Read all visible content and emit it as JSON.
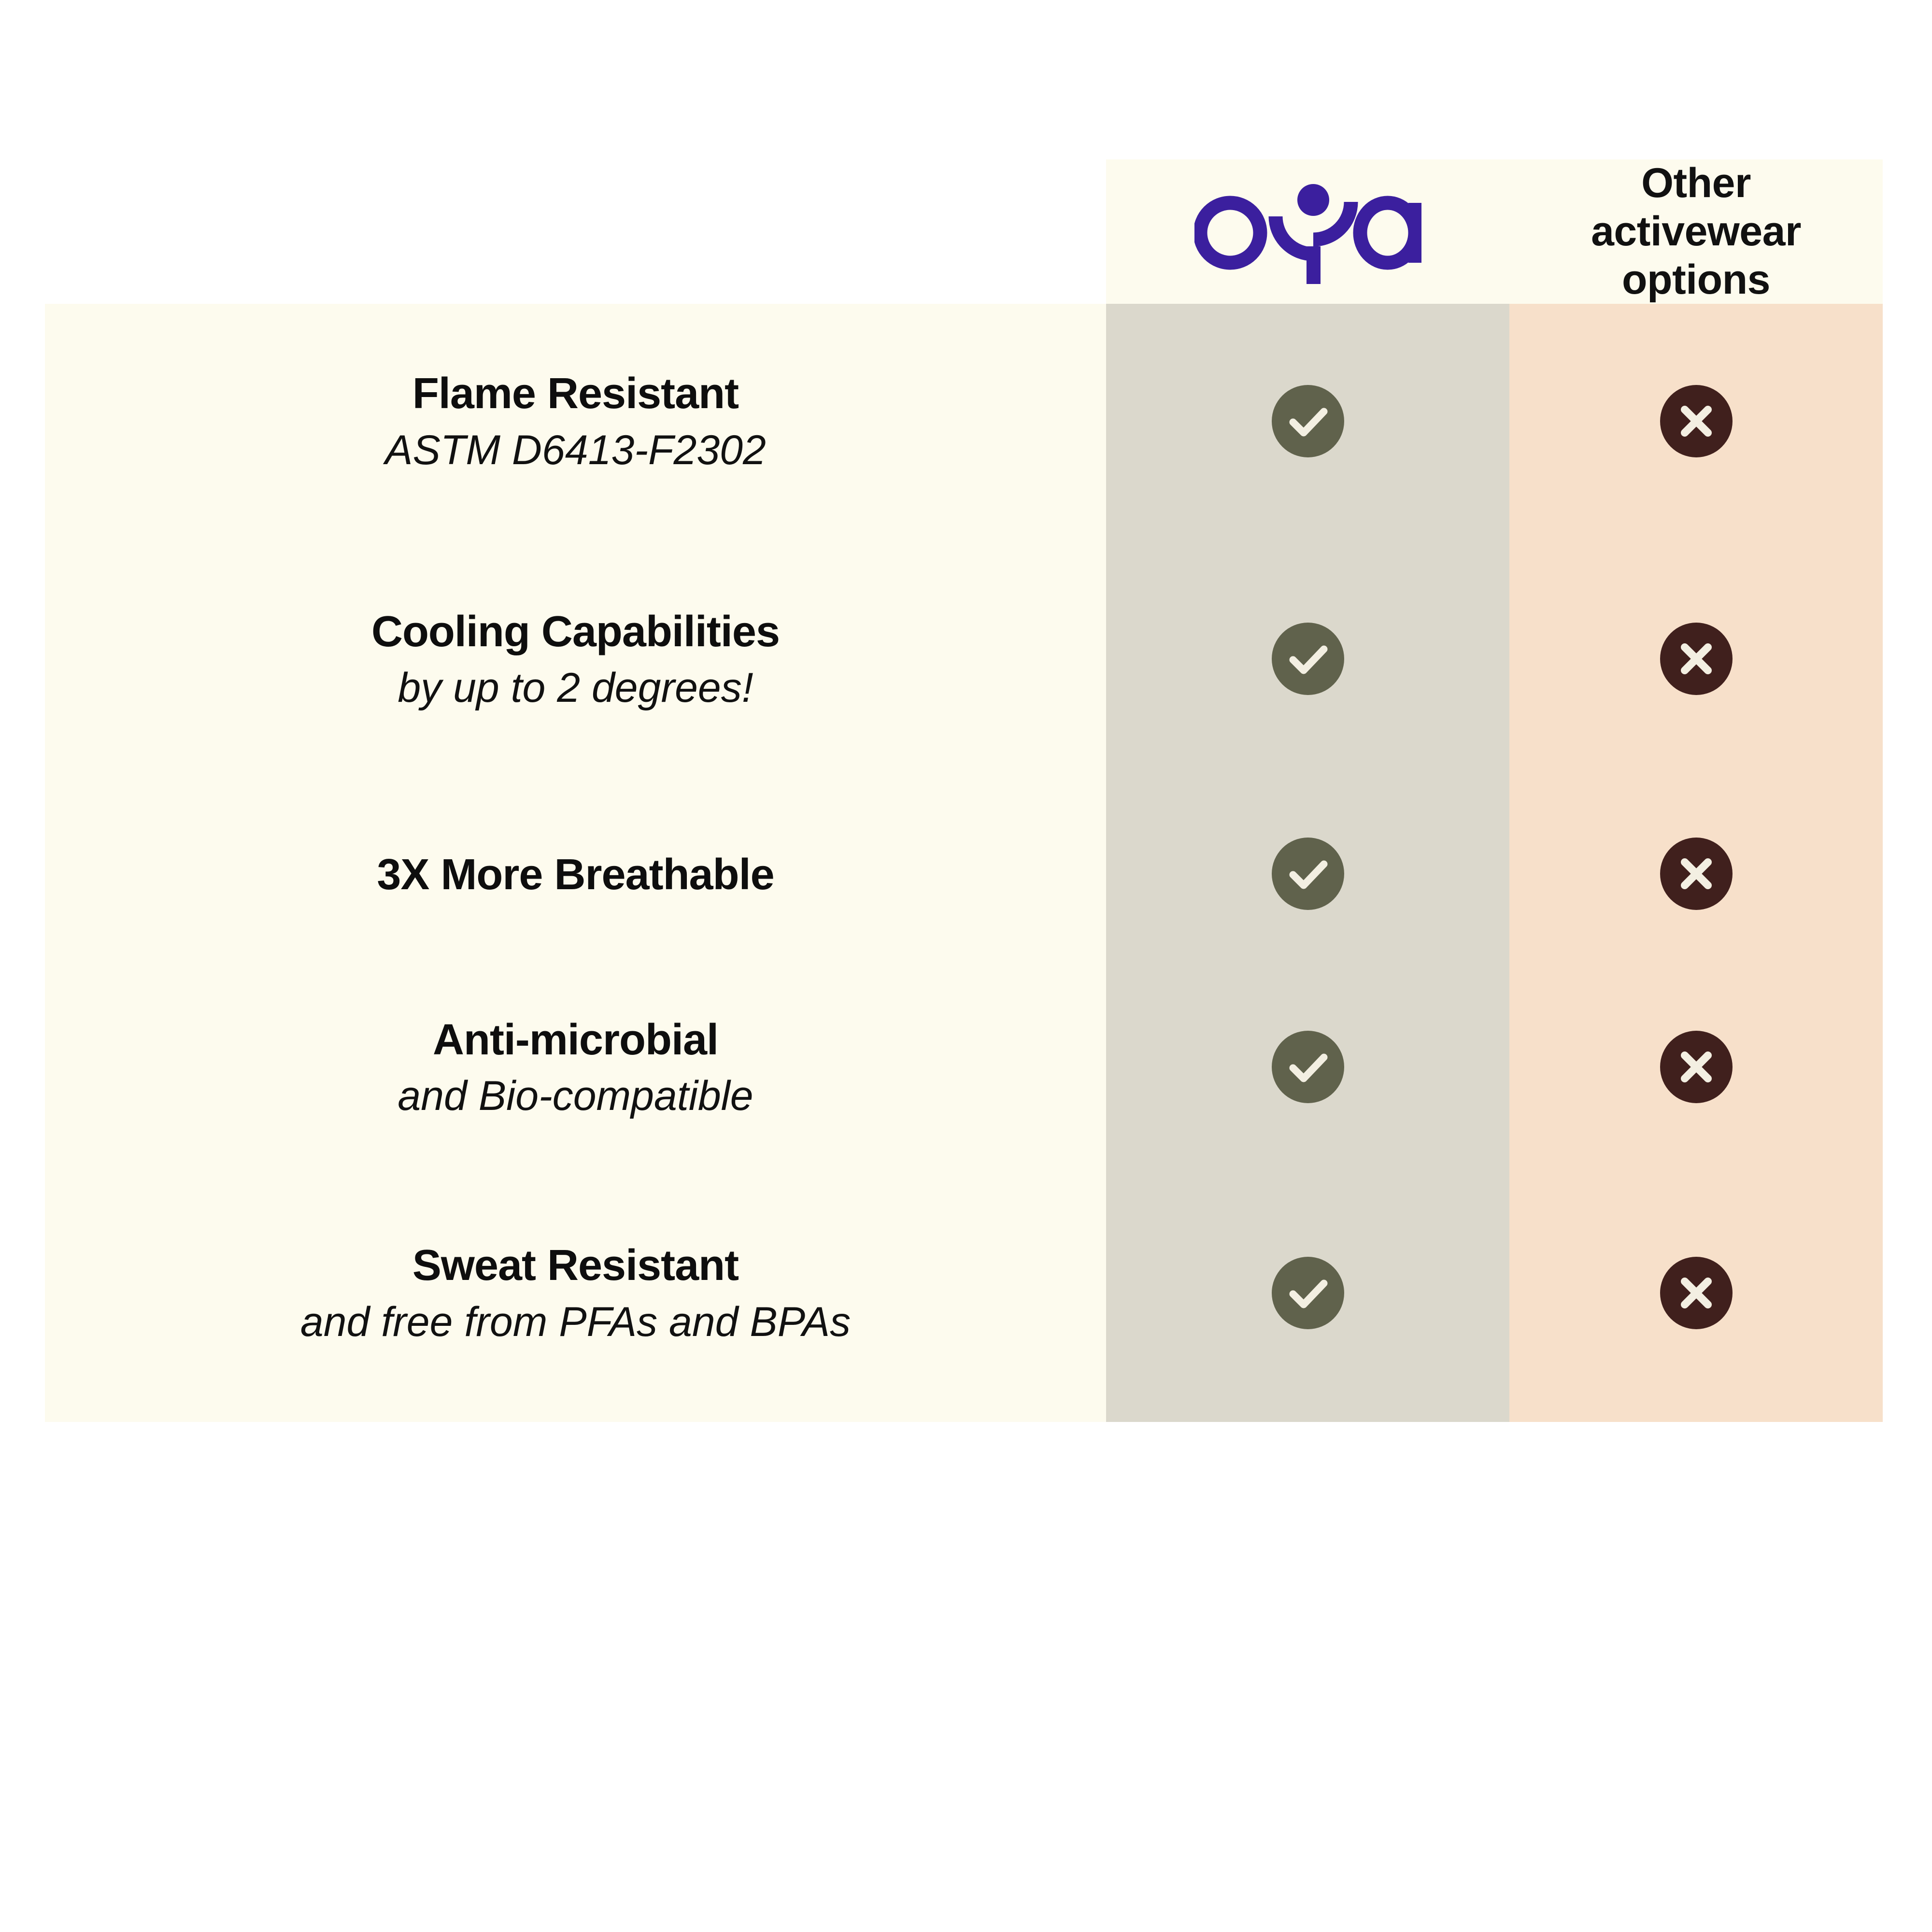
{
  "colors": {
    "brand_purple": "#3B1F9E",
    "feature_bg": "#FDFBEE",
    "brand_column_bg": "#DBD8CC",
    "other_column_bg": "#F7E0CA",
    "check_circle": "#60624C",
    "cross_circle": "#40201D",
    "icon_glyph": "#F3EFE2",
    "border": "#000000",
    "text": "#111111"
  },
  "table": {
    "columns": [
      {
        "key": "feature",
        "label": ""
      },
      {
        "key": "brand",
        "label": "oya",
        "icon": "oya-logo"
      },
      {
        "key": "other",
        "label": "Other activewear options"
      }
    ],
    "header": {
      "brand_logo_alt": "oya",
      "other_line1": "Other",
      "other_line2": "activewear",
      "other_line3": "options"
    },
    "rows": [
      {
        "title": "Flame Resistant",
        "subtitle": "ASTM D6413-F2302",
        "brand": "check",
        "other": "cross"
      },
      {
        "title": "Cooling Capabilities",
        "subtitle": "by up to 2 degrees!",
        "brand": "check",
        "other": "cross"
      },
      {
        "title": "3X More Breathable",
        "subtitle": "",
        "brand": "check",
        "other": "cross"
      },
      {
        "title": "Anti-microbial",
        "subtitle": "and Bio-compatible",
        "brand": "check",
        "other": "cross"
      },
      {
        "title": "Sweat Resistant",
        "subtitle": "and free from PFAs and BPAs",
        "brand": "check",
        "other": "cross"
      }
    ]
  },
  "icons": {
    "check": "check-circle-icon",
    "cross": "cross-circle-icon",
    "logo": "oya-logo-icon"
  }
}
